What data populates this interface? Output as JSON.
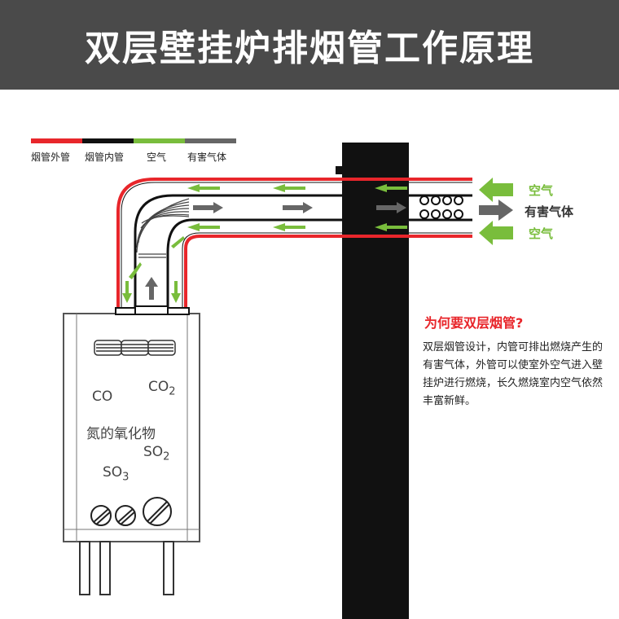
{
  "title": "双层壁挂炉排烟管工作原理",
  "legend": [
    {
      "label": "烟管外管",
      "color": "#e8262b"
    },
    {
      "label": "烟管内管",
      "color": "#111111"
    },
    {
      "label": "空气",
      "color": "#79bd3c"
    },
    {
      "label": "有害气体",
      "color": "#666666"
    }
  ],
  "flow_labels": {
    "air_top": "空气",
    "harmful": "有害气体",
    "air_bottom": "空气"
  },
  "explanation": {
    "heading": "为何要双层烟管?",
    "body": "双层烟管设计，内管可排出燃烧产生的有害气体，外管可以使室外空气进入壁挂炉进行燃烧，长久燃烧室内空气依然丰富新鲜。"
  },
  "boiler_gases": {
    "co": "CO",
    "co2": {
      "base": "CO",
      "sub": "2"
    },
    "nox": "氮的氧化物",
    "so2": {
      "base": "SO",
      "sub": "2"
    },
    "so3": {
      "base": "SO",
      "sub": "3"
    }
  },
  "colors": {
    "title_bg": "#4a4a4a",
    "outer_pipe": "#e8262b",
    "inner_pipe": "#111111",
    "air": "#79bd3c",
    "harmful_gas": "#666666",
    "wall": "#111111",
    "heading_red": "#e8262b"
  }
}
